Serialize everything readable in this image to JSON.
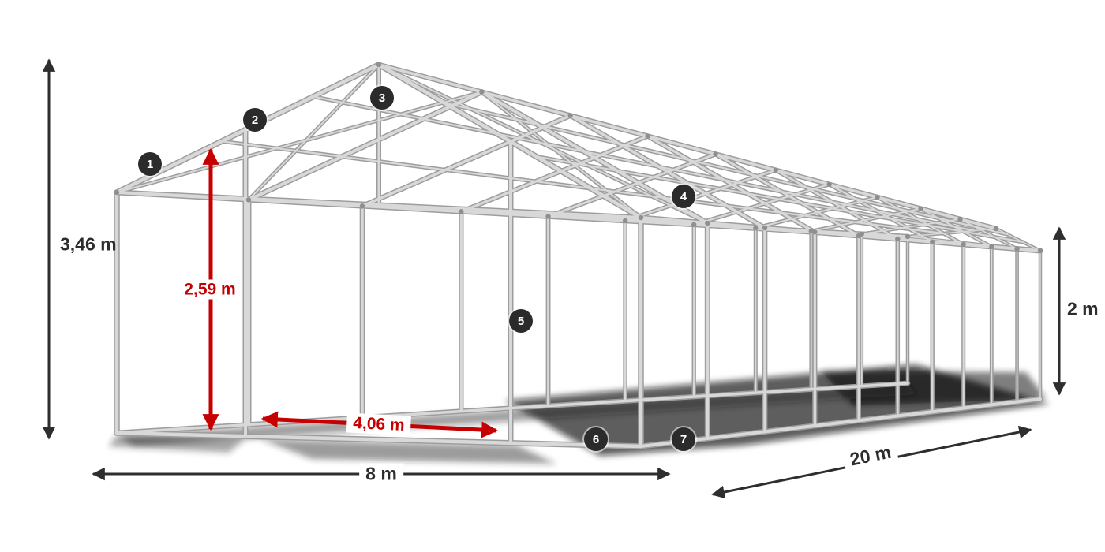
{
  "diagram": {
    "title": "steel tent frame with dimensions",
    "dimensions": {
      "total_height": "3,46 m",
      "inner_clear_height": "2,59 m",
      "inner_width": "4,06 m",
      "side_height": "2 m",
      "width": "8 m",
      "length": "20 m"
    },
    "badges": [
      "1",
      "2",
      "3",
      "4",
      "5",
      "6",
      "7"
    ],
    "colors": {
      "steel_light": "#d8d8d8",
      "steel_dark": "#9d9d9d",
      "accent_red": "#c60000",
      "arrow_black": "#2e2e2e",
      "badge_bg": "#2b2b2b",
      "badge_text": "#ffffff",
      "background": "#ffffff"
    }
  }
}
